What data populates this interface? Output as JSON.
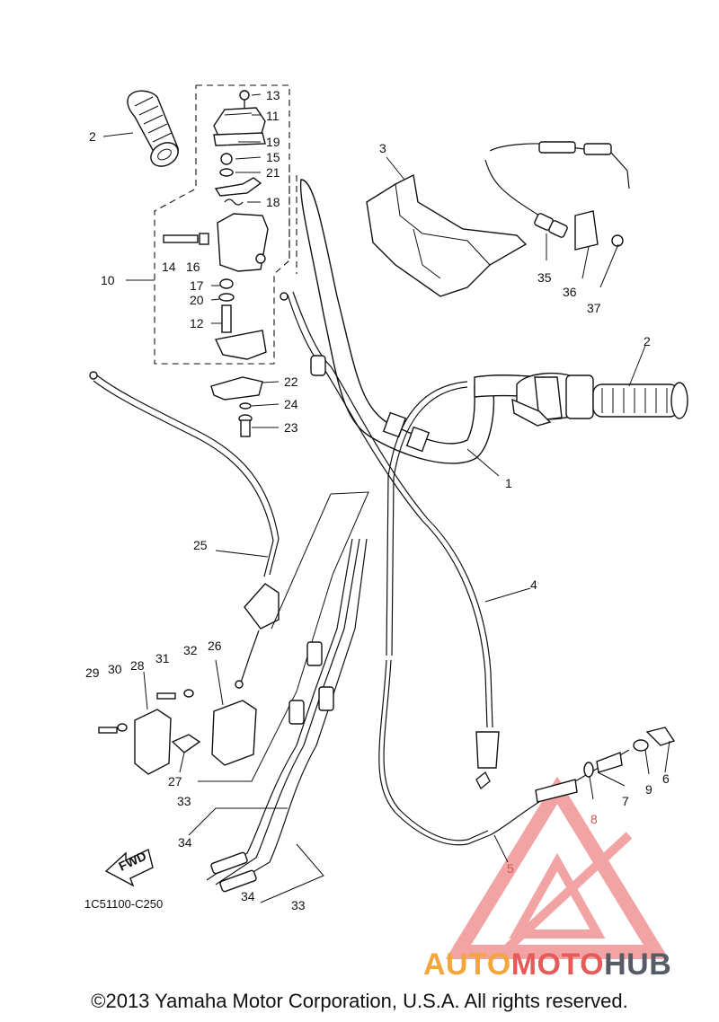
{
  "diagram": {
    "part_labels": {
      "p1": "1",
      "p2a": "2",
      "p2b": "2",
      "p3": "3",
      "p4": "4",
      "p5": "5",
      "p6": "6",
      "p7": "7",
      "p8": "8",
      "p9": "9",
      "p10": "10",
      "p11": "11",
      "p12": "12",
      "p13": "13",
      "p14": "14",
      "p15": "15",
      "p16": "16",
      "p17": "17",
      "p18": "18",
      "p19": "19",
      "p20": "20",
      "p21": "21",
      "p22": "22",
      "p23": "23",
      "p24": "24",
      "p25": "25",
      "p26": "26",
      "p27": "27",
      "p28": "28",
      "p29": "29",
      "p30": "30",
      "p31": "31",
      "p32": "32",
      "p33a": "33",
      "p33b": "33",
      "p34a": "34",
      "p34b": "34",
      "p35": "35",
      "p36": "36",
      "p37": "37"
    },
    "fwd_label": "FWD",
    "drawing_code": "1C51100-C250"
  },
  "watermark": {
    "brand_part1": "AUTO",
    "brand_part2": "MOTO",
    "brand_part3": "HUB",
    "colors": {
      "orange": "#f4a63c",
      "red": "#e85a5a",
      "gray": "#555c66"
    }
  },
  "footer": {
    "copyright": "©2013 Yamaha Motor Corporation, U.S.A. All rights reserved."
  }
}
